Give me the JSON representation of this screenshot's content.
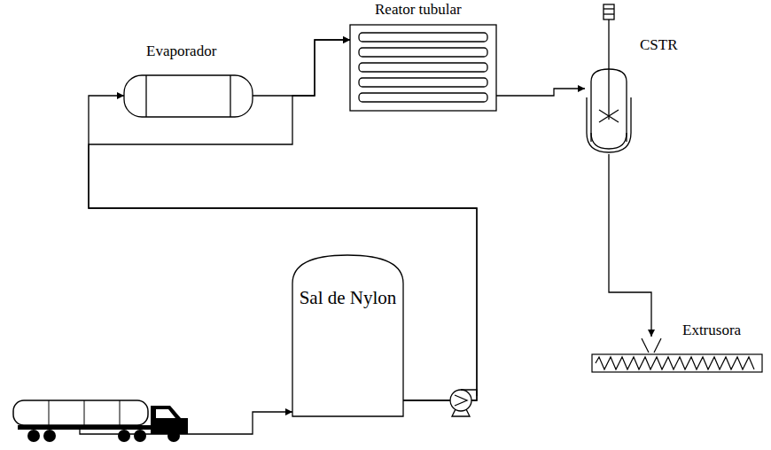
{
  "diagram": {
    "nodes": [
      {
        "text": [
          "Evaporador"
        ]
      },
      {
        "text": [
          "Reator tubular"
        ]
      },
      {
        "text": [
          "CSTR"
        ]
      },
      {
        "text": [
          "Sal de Nylon"
        ]
      },
      {
        "text": [
          "Extrusora"
        ]
      }
    ],
    "edges": [
      {
        "from": 3,
        "to": 0,
        "arrow": "to"
      },
      {
        "from": 3,
        "to": 1,
        "arrow": "to"
      },
      {
        "from": 0,
        "to": 1,
        "arrow": "to"
      },
      {
        "from": 1,
        "to": 2,
        "arrow": "to"
      },
      {
        "from": 2,
        "to": 4,
        "arrow": "to"
      }
    ]
  }
}
